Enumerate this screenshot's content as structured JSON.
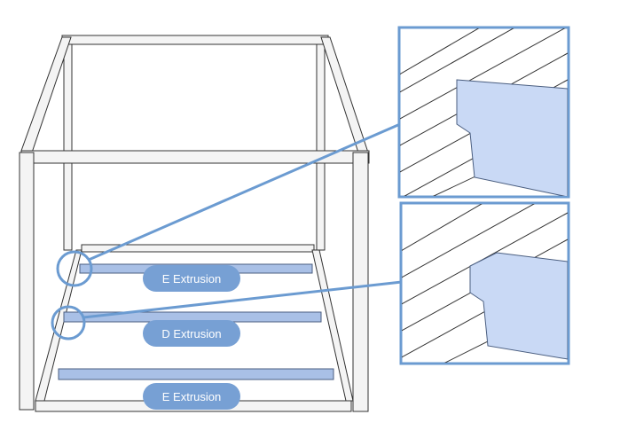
{
  "labels": {
    "top_rail": "E Extrusion",
    "middle_rail": "D Extrusion",
    "bottom_rail": "E Extrusion"
  },
  "colors": {
    "accent": "#77a0d4",
    "highlight_part": "#c9d9f5",
    "frame": "#444444"
  }
}
